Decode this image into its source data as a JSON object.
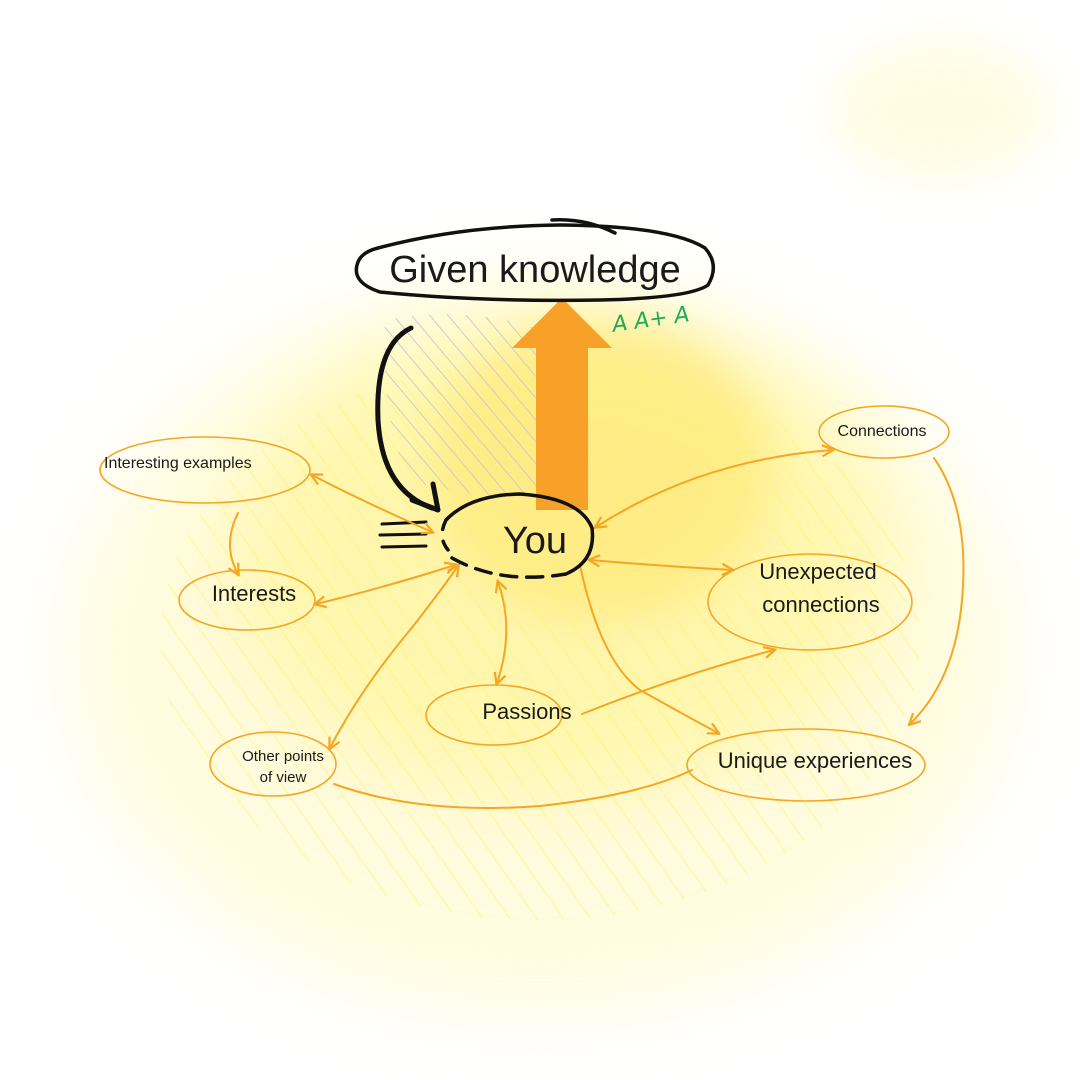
{
  "colors": {
    "background": "#ffffff",
    "glow": "#fff59a",
    "glow_core": "#ffe566",
    "orange": "#f5a623",
    "orange_arrow": "#f7a128",
    "ink": "#111111",
    "green_mark": "#1faa55",
    "hatch": "#c9c9c9",
    "text": "#1a1a1a"
  },
  "diagram": {
    "top": {
      "label": "Given knowledge"
    },
    "center": {
      "label": "You"
    },
    "nodes": {
      "interesting_examples": "Interesting examples",
      "interests": "Interests",
      "other_points_of_view_line1": "Other points",
      "other_points_of_view_line2": "of view",
      "passions": "Passions",
      "connections": "Connections",
      "unexpected_connections_line1": "Unexpected",
      "unexpected_connections_line2": "connections",
      "unique_experiences": "Unique experiences"
    },
    "annotation": "A  A+ A",
    "icons": [
      "up-arrow-icon",
      "curved-down-arrow-icon",
      "speed-lines-icon"
    ]
  }
}
